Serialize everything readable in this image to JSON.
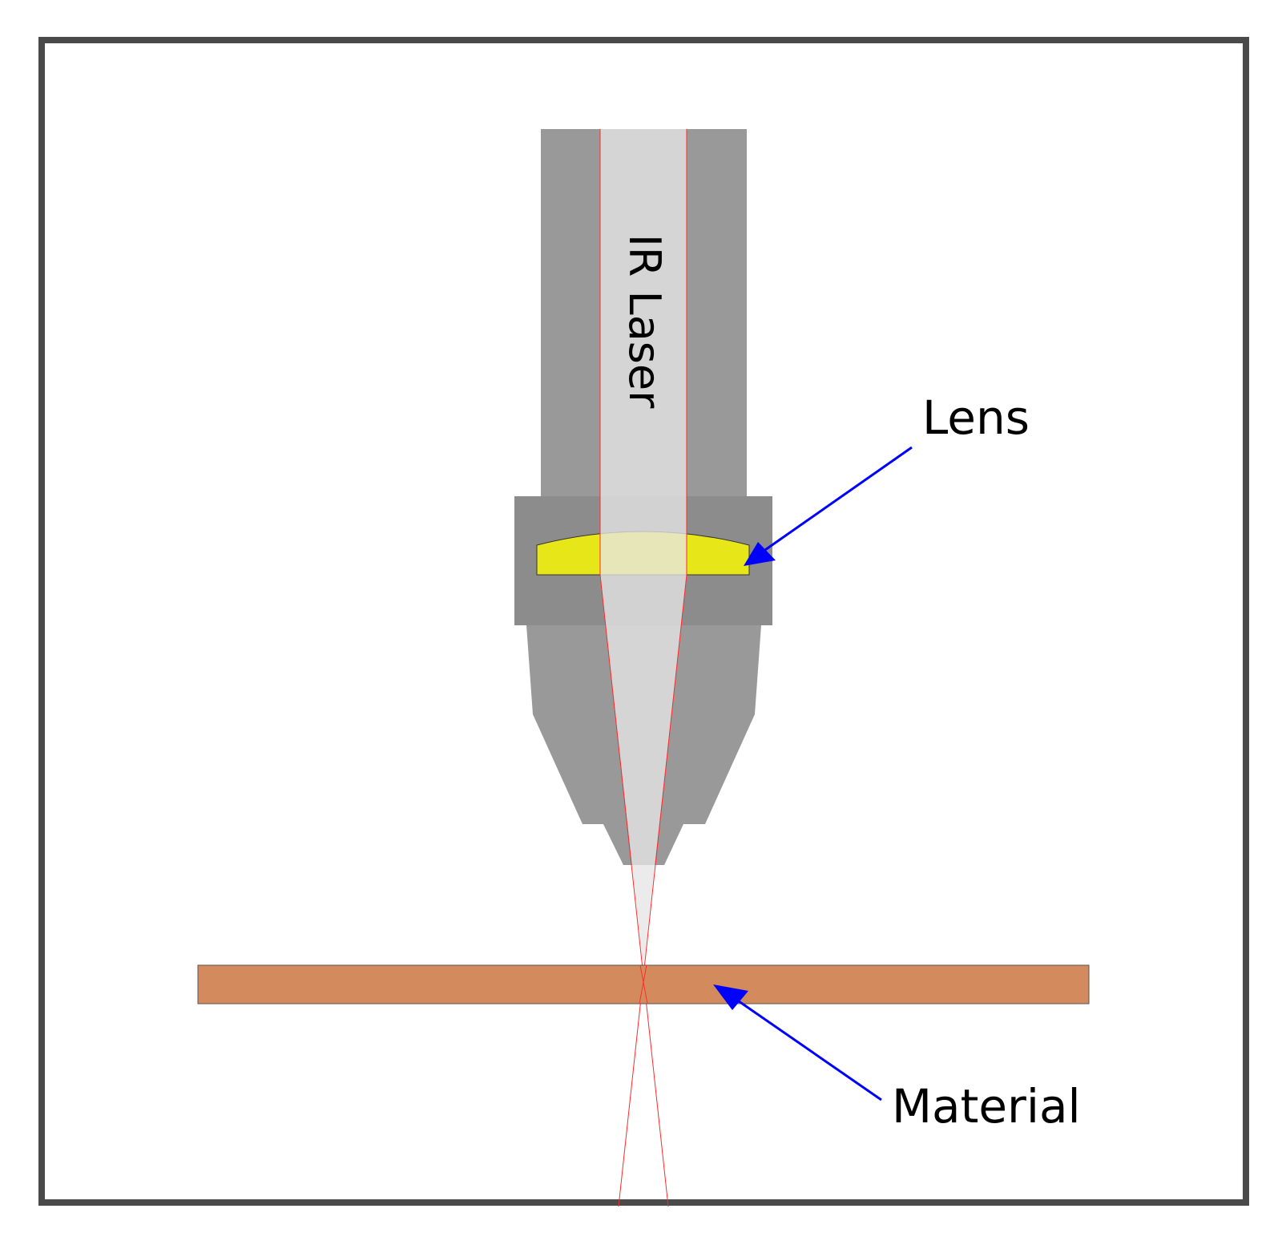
{
  "labels": {
    "beam": "IR Laser",
    "lens": "Lens",
    "material": "Material"
  },
  "colors": {
    "frame": "#4a4a4a",
    "housing": "#999999",
    "housing_collar": "#8c8c8c",
    "beam_fill": "#d4d4d4",
    "beam_edge": "#ff2a2a",
    "lens_fill": "#e6e619",
    "material_fill": "#d38b5d",
    "arrow": "#0000ff"
  }
}
